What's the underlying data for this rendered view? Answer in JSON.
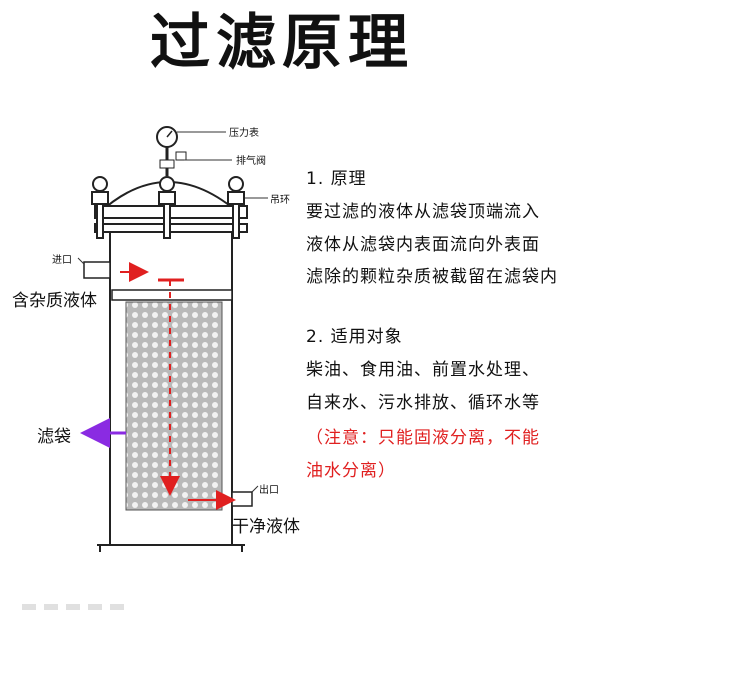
{
  "title": "过滤原理",
  "labels": {
    "pressure_gauge": "压力表",
    "vent_valve": "排气阀",
    "lifting_ring": "吊环",
    "inlet": "进口",
    "impure_liquid": "含杂质液体",
    "filter_bag": "滤袋",
    "outlet": "出口",
    "clean_liquid": "干净液体"
  },
  "section1": {
    "heading": "1. 原理",
    "lines": [
      "要过滤的液体从滤袋顶端流入",
      "液体从滤袋内表面流向外表面",
      "滤除的颗粒杂质被截留在滤袋内"
    ]
  },
  "section2": {
    "heading": "2. 适用对象",
    "lines": [
      "柴油、食用油、前置水处理、",
      "自来水、污水排放、循环水等"
    ],
    "note_lines": [
      "（注意：只能固液分离，不能",
      "油水分离）"
    ]
  },
  "colors": {
    "flow_arrow": "#e02020",
    "bag_arrow": "#8a2be2",
    "note_text": "#e02020"
  }
}
